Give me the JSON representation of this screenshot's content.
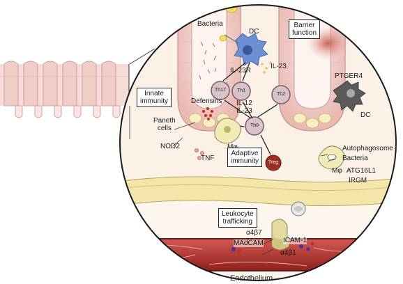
{
  "labels": {
    "bacteria": "Bacteria",
    "dc": "DC",
    "barrier_function": "Barrier\nfunction",
    "il23r": "IL-23R",
    "il23": "IL-23",
    "th17": "Th17",
    "th1": "Th1",
    "th2": "Th2",
    "il12_il23": "IL-12\nIL-23",
    "innate_immunity": "Innate\nimmunity",
    "defensins": "Defensins",
    "paneth_cells": "Paneth\ncells",
    "nod2": "NOD2",
    "mphi": "Mφ",
    "th0": "Th0",
    "treg": "Treg",
    "ptger4": "PTGER4",
    "dc2": "DC",
    "tnf": "TNF",
    "adaptive_immunity": "Adaptive\nimmunity",
    "autophagosome": "Autophagosome",
    "bacteria2": "Bacteria",
    "mphi2": "Mφ",
    "atg16l1": "ATG16L1",
    "irgm": "IRGM",
    "leukocyte_trafficking": "Leukocyte\ntrafficking",
    "a4b7": "α4β7",
    "madcam": "MAdCAM",
    "icam1": "ICAM-1",
    "a4b1": "α4β1",
    "endothelium": "Endothelium"
  },
  "colors": {
    "epithelium": "#f4d6d3",
    "epithelium_dark": "#c98f8a",
    "lymph_yellow": "#f3e6a8",
    "blood_red": "#b8322e",
    "dc_blue": "#6d8fd4",
    "tcell_purple": "#9b7b86",
    "treg_red": "#9b2e22",
    "nod_yellow": "#f2df5c"
  }
}
